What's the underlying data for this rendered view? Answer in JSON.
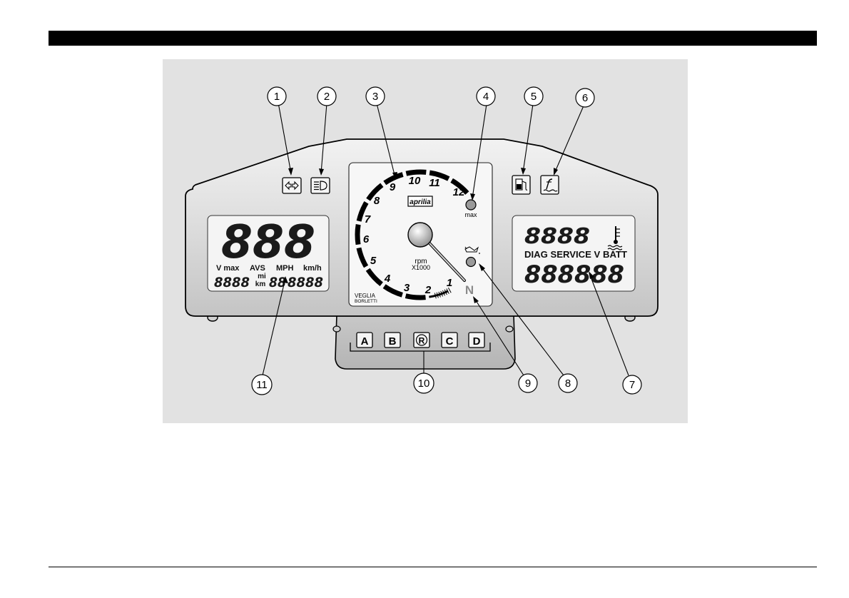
{
  "callouts": [
    "1",
    "2",
    "3",
    "4",
    "5",
    "6",
    "7",
    "8",
    "9",
    "10",
    "11"
  ],
  "left_display": {
    "big_digits": "888",
    "labels": [
      "V max",
      "AVS",
      "MPH",
      "km/h"
    ],
    "odo_left": "8888",
    "unit_mi": "mi",
    "unit_km": "km",
    "odo_mid": "88",
    "odo_right": "8888"
  },
  "tachometer": {
    "numbers": [
      "1",
      "2",
      "3",
      "4",
      "5",
      "6",
      "7",
      "8",
      "9",
      "10",
      "11",
      "12"
    ],
    "brand": "aprilia",
    "unit_line1": "rpm",
    "unit_line2": "X1000",
    "max_label": "max",
    "neutral": "N",
    "maker_line1": "VEGLIA",
    "maker_line2": "BORLETTI"
  },
  "right_display": {
    "top_digits": "8888",
    "labels": "DIAG SERVICE V BATT",
    "bottom_digits": "888888"
  },
  "buttons": [
    "A",
    "B",
    "R",
    "C",
    "D"
  ],
  "icons": [
    "turn-signal-icon",
    "high-beam-icon",
    "fuel-icon",
    "coolant-temperature-icon",
    "oil-pressure-icon",
    "thermometer-icon"
  ],
  "colors": {
    "panel": "#d8d8d8",
    "display": "#f4f4f4",
    "background": "#e2e2e2",
    "ink": "#000000"
  }
}
